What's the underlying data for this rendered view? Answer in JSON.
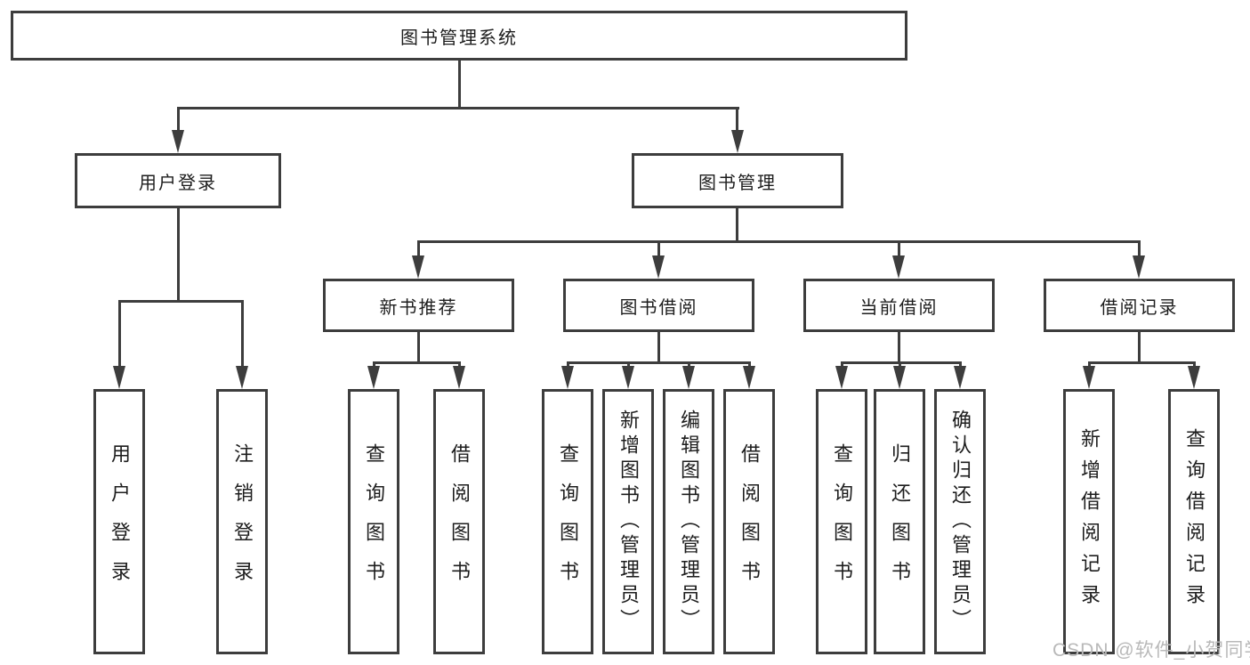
{
  "diagram": {
    "root": {
      "label": "图书管理系统"
    },
    "level2": [
      {
        "label": "用户登录"
      },
      {
        "label": "图书管理"
      }
    ],
    "level3": [
      {
        "label": "新书推荐"
      },
      {
        "label": "图书借阅"
      },
      {
        "label": "当前借阅"
      },
      {
        "label": "借阅记录"
      }
    ],
    "leaves": {
      "login": [
        "用户登录",
        "注销登录"
      ],
      "recommend": [
        "查询图书",
        "借阅图书"
      ],
      "borrow": [
        "查询图书",
        "新增图书（管理员）",
        "编辑图书（管理员）",
        "借阅图书"
      ],
      "current": [
        "查询图书",
        "归还图书",
        "确认归还（管理员）"
      ],
      "records": [
        "新增借阅记录",
        "查询借阅记录"
      ]
    },
    "watermark": "CSDN @软件_小贺同学",
    "colors": {
      "line": "#3d3d3d",
      "border": "#3d3d3d",
      "text": "#1d1d1d",
      "watermark": "#b9b9b9",
      "background": "#ffffff"
    }
  }
}
